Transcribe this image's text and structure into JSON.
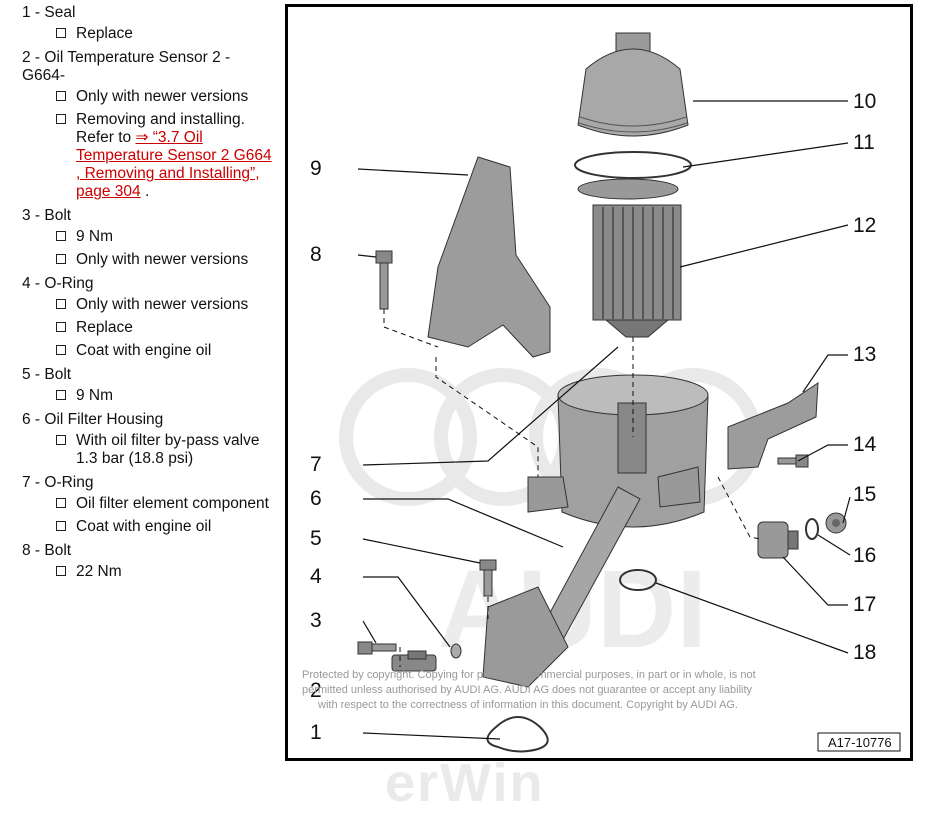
{
  "legend": [
    {
      "title": "1 - Seal",
      "subs": [
        {
          "text": "Replace"
        }
      ]
    },
    {
      "title": "2 - Oil Temperature Sensor 2 - G664-",
      "subs": [
        {
          "text": "Only with newer versions"
        },
        {
          "text": "Removing and installing. Refer to",
          "link": "⇒ “3.7  Oil Temperature Sensor 2 G664 , Removing and Installing”, page 304",
          "after": " ."
        }
      ]
    },
    {
      "title": "3 - Bolt",
      "subs": [
        {
          "text": "9 Nm"
        },
        {
          "text": "Only with newer versions"
        }
      ]
    },
    {
      "title": "4 - O-Ring",
      "subs": [
        {
          "text": "Only with newer versions"
        },
        {
          "text": "Replace"
        },
        {
          "text": "Coat with engine oil"
        }
      ]
    },
    {
      "title": "5 - Bolt",
      "subs": [
        {
          "text": "9 Nm"
        }
      ]
    },
    {
      "title": "6 - Oil Filter Housing",
      "subs": [
        {
          "text": "With oil filter by-pass valve 1.3 bar (18.8 psi)"
        }
      ]
    },
    {
      "title": "7 - O-Ring",
      "subs": [
        {
          "text": "Oil filter element component"
        },
        {
          "text": "Coat with engine oil"
        }
      ]
    },
    {
      "title": "8 - Bolt",
      "subs": [
        {
          "text": "22 Nm"
        }
      ]
    }
  ],
  "diagram": {
    "callouts": [
      "1",
      "2",
      "3",
      "4",
      "5",
      "6",
      "7",
      "8",
      "9",
      "10",
      "11",
      "12",
      "13",
      "14",
      "15",
      "16",
      "17",
      "18"
    ],
    "copyright": [
      "Protected by copyright. Copying for private or commercial purposes, in part or in whole, is not",
      "permitted unless authorised by AUDI AG. AUDI AG does not guarantee or accept any liability",
      "with respect to the correctness of information in this document. Copyright by AUDI AG."
    ],
    "figure_id": "A17-10776",
    "watermark_bottom": "erWin"
  }
}
